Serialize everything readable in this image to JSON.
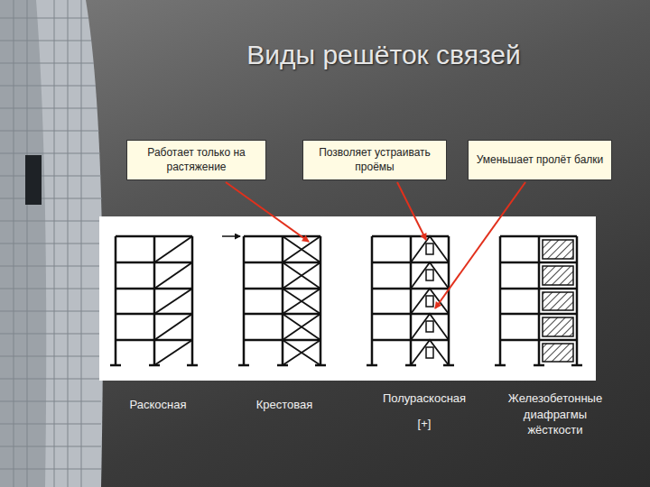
{
  "diagram": {
    "title": "Виды решёток связей",
    "nodes": [
      {
        "text": [
          "Работает только на растяжение"
        ]
      },
      {
        "text": [
          "Позволяет устраивать проёмы"
        ]
      },
      {
        "text": [
          "Уменьшает пролёт балки"
        ]
      }
    ],
    "labels": [
      "Раскосная",
      "Крестовая",
      "Полураскосная",
      "[+]",
      "Железобетонные диафрагмы жёсткости"
    ]
  }
}
